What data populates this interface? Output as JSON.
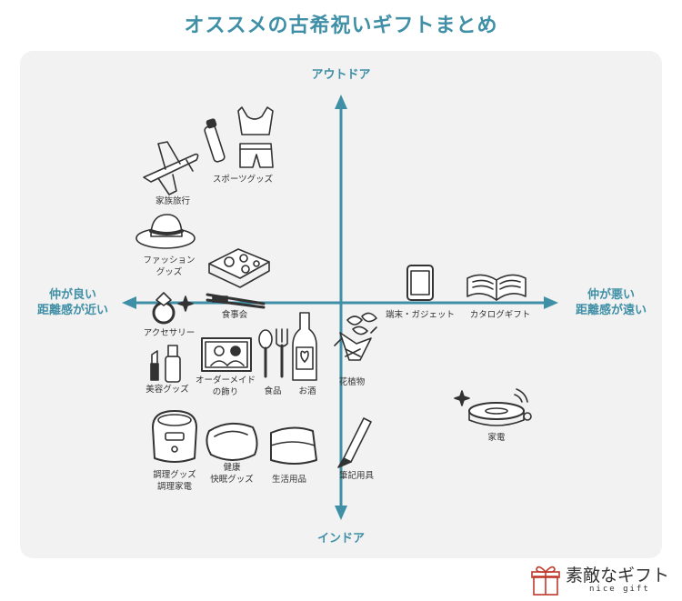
{
  "title": "オススメの古希祝いギフトまとめ",
  "axes": {
    "top": "アウトドア",
    "bottom": "インドア",
    "left_line1": "仲が良い",
    "left_line2": "距離感が近い",
    "right_line1": "仲が悪い",
    "right_line2": "距離感が遠い"
  },
  "items": {
    "family_travel": "家族旅行",
    "sports_goods": "スポーツグッズ",
    "fashion_line1": "ファッション",
    "fashion_line2": "グッズ",
    "dinner_party": "食事会",
    "accessory": "アクセサリー",
    "beauty_goods": "美容グッズ",
    "custom_decor_line1": "オーダーメイド",
    "custom_decor_line2": "の飾り",
    "food": "食品",
    "sake": "お酒",
    "flowers": "花植物",
    "device": "端末・ガジェット",
    "catalog_gift": "カタログギフト",
    "cooking_line1": "調理グッズ",
    "cooking_line2": "調理家電",
    "sleep_line1": "健康",
    "sleep_line2": "快眠グッズ",
    "daily_goods": "生活用品",
    "stationery": "筆記用具",
    "appliance": "家電"
  },
  "brand": {
    "name": "素敵なギフト",
    "sub": "nice gift"
  },
  "colors": {
    "accent": "#3f8fa6",
    "panel": "#f2f2f2",
    "ink": "#333333",
    "gift_red": "#c0392b"
  }
}
